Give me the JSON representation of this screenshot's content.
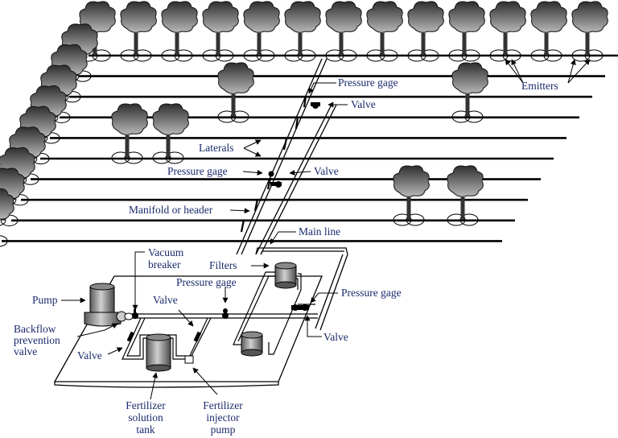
{
  "diagram": {
    "type": "drip-irrigation-system-layout",
    "labels": {
      "pressure_gage_top": "Pressure gage",
      "valve_top": "Valve",
      "emitters": "Emitters",
      "laterals": "Laterals",
      "pressure_gage_mid": "Pressure gage",
      "valve_mid": "Valve",
      "manifold": "Manifold or header",
      "main_line": "Main line",
      "vacuum_breaker_1": "Vacuum",
      "vacuum_breaker_2": "breaker",
      "filters": "Filters",
      "pressure_gage_base": "Pressure gage",
      "pump": "Pump",
      "valve_left": "Valve",
      "backflow_1": "Backflow",
      "backflow_2": "prevention",
      "backflow_3": "valve",
      "valve_lower_left": "Valve",
      "pressure_gage_right": "Pressure gage",
      "valve_right": "Valve",
      "tank_1": "Fertilizer",
      "tank_2": "solution",
      "tank_3": "tank",
      "injector_1": "Fertilizer",
      "injector_2": "injector",
      "injector_3": "pump"
    },
    "lateral_count": 10,
    "colors": {
      "line": "#000000",
      "label": "#1a2a6c",
      "tree_dark": "#2e2e2e",
      "tree_light": "#b0b0b0",
      "background": "#ffffff"
    }
  }
}
